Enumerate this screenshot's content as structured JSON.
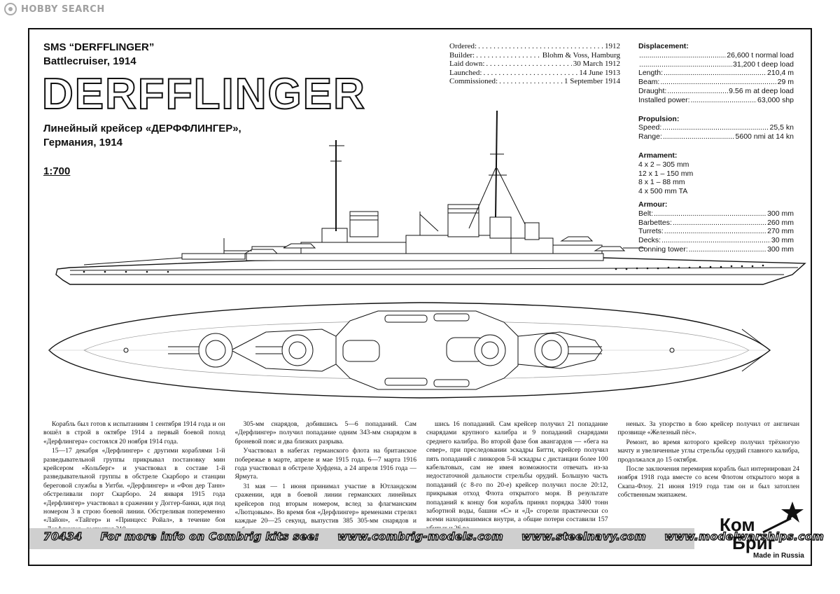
{
  "watermark": {
    "text": "HOBBY SEARCH"
  },
  "header": {
    "name_en": "SMS “DERFFLINGER”",
    "type_en": "Battlecruiser, 1914",
    "big_title": "DERFFLINGER",
    "ru_line1": "Линейный крейсер «ДЕРФФЛИНГЕР»,",
    "ru_line2": "Германия, 1914",
    "scale": "1:700"
  },
  "history": [
    {
      "label": "Ordered:",
      "value": "1912"
    },
    {
      "label": "Builder:",
      "value": "Blohm & Voss, Hamburg"
    },
    {
      "label": "Laid down:",
      "value": "30 March 1912"
    },
    {
      "label": "Launched:",
      "value": "14 June 1913"
    },
    {
      "label": "Commissioned:",
      "value": "1 September 1914"
    }
  ],
  "specs": {
    "displacement_h": "Displacement:",
    "displacement": [
      {
        "label": "",
        "value": "26,600 t normal load"
      },
      {
        "label": "",
        "value": "31,200 t deep load"
      },
      {
        "label": "Length:",
        "value": "210,4 m"
      },
      {
        "label": "Beam:",
        "value": "29 m"
      },
      {
        "label": "Draught:",
        "value": "9.56 m at deep load"
      },
      {
        "label": "Installed power:",
        "value": "63,000 shp"
      }
    ],
    "propulsion_h": "Propulsion:",
    "propulsion": [
      {
        "label": "Speed:",
        "value": "25,5 kn"
      },
      {
        "label": "Range:",
        "value": "5600 nmi at 14 kn"
      }
    ],
    "armament_h": "Armament:",
    "armament": [
      "4 x 2 – 305 mm",
      "12 x 1 – 150 mm",
      "8 x 1 – 88 mm",
      "4 x 500 mm TA"
    ],
    "armour_h": "Armour:",
    "armour": [
      {
        "label": "Belt:",
        "value": "300 mm"
      },
      {
        "label": "Barbettes:",
        "value": "260 mm"
      },
      {
        "label": "Turrets:",
        "value": "270 mm"
      },
      {
        "label": "Decks:",
        "value": "30 mm"
      },
      {
        "label": "Conning tower:",
        "value": "300 mm"
      }
    ]
  },
  "body_text": {
    "col1": [
      "Корабль был готов к испытаниям 1 сентября 1914 года и он вошёл в строй в октябре 1914 а первый боевой поход «Дерфлингера» состоялся 20 ноября 1914 года.",
      "15—17 декабря «Дерфлингер» с другими кораблями 1-й разведывательной группы прикрывал постановку мин крейсером «Кольберг» и участвовал в составе 1-й разведывательной группы в обстреле Скарборо и станции береговой службы в Уитби. «Дерфлингер» и «Фон дер Танн» обстреливали порт Скарборо. 24 января 1915 года «Дерфлингер» участвовал в сражении у Доггер-банки, идя под номером 3 в строю боевой линии. Обстреливая попеременно «Лайон», «Тайгер» и «Принцесс Ройал», в течение боя «Дерфлингер» выпустил 310"
    ],
    "col2": [
      "305-мм снарядов, добившись 5—6 попаданий. Сам «Дерфлингер» получил попадание одним 343-мм снарядом в броневой пояс и два близких разрыва.",
      "Участвовал в набегах германского флота на британское побережье в марте, апреле и мае 1915 года. 6—7 марта 1916 года участвовал в обстреле Хуфдена, а 24 апреля 1916 года — Ярмута.",
      "31 мая — 1 июня принимал участие в Ютландском сражении, идя в боевой линии германских линейных крейсеров под вторым номером, вслед за флагманским «Лютцовым». Во время боя «Дерфлингер» временами стрелял каждые 20—25 секунд, выпустив 385 305-мм снарядов и добив-"
    ],
    "col3": [
      "шись 16 попаданий. Сам крейсер получил 21 попадание снарядами крупного калибра и 9 попаданий снарядами среднего калибра. Во второй фазе боя авангардов — «бега на север», при преследовании эскадры Битти, крейсер получил пять попаданий с линкоров 5-й эскадры с дистанции более 100 кабельтовых, сам не имея возможности отвечать из-за недостаточной дальности стрельбы орудий. Большую часть попаданий (с 8-го по 20-е) крейсер получил после 20:12, прикрывая отход Флота открытого моря. В результате попаданий к концу боя корабль принял порядка 3400 тонн забортной воды, башни «С» и «Д» сгорели практически со всеми находившимися внутри, а общие потери составили 157 убитых и 26 ра-"
    ],
    "col4": [
      "неных. За упорство в бою крейсер получил от англичан прозвище «Железный пёс».",
      "Ремонт, во время которого крейсер получил трёхногую мачту и увеличенные углы стрельбы орудий главного калибра, продолжался до 15 октября.",
      "После заключения перемирия корабль был интернирован 24 ноября 1918 года вместе со всем Флотом открытого моря в Скапа-Флоу. 21 июня 1919 года там он и был затоплен собственным экипажем."
    ]
  },
  "footer": {
    "code": "70434",
    "info": "For more info on Combrig kits see:",
    "link1": "www.combrig-models.com",
    "link2": "www.steelnavy.com",
    "link3": "www.modelwarships.com"
  },
  "brand": {
    "line1": "Ком",
    "line2": "Бриг",
    "made": "Made in Russia"
  }
}
